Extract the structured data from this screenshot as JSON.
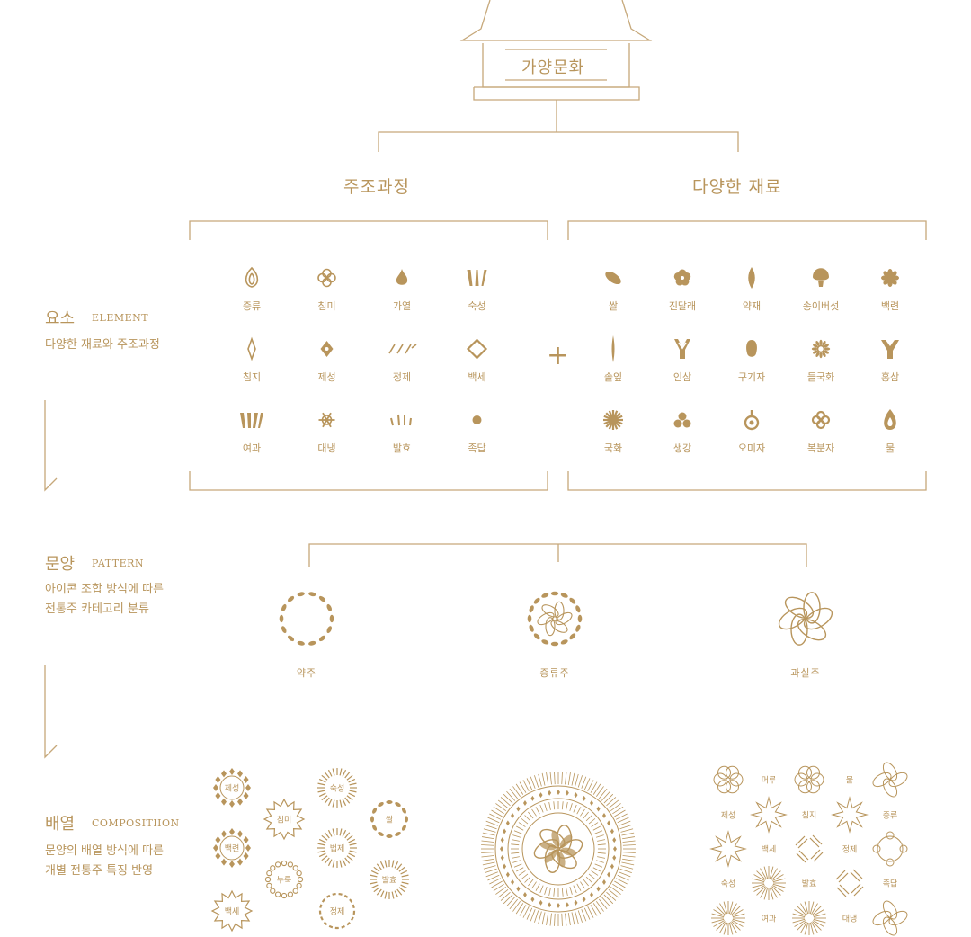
{
  "colors": {
    "gold": "#b8955c",
    "line": "#c6a87a"
  },
  "header": {
    "title": "가양문화"
  },
  "categories": {
    "left": "주조과정",
    "right": "다양한 재료",
    "plus": "+"
  },
  "sections": {
    "element": {
      "ko": "요소",
      "en": "ELEMENT",
      "desc": [
        "다양한 재료와 주조과정"
      ]
    },
    "pattern": {
      "ko": "문양",
      "en": "PATTERN",
      "desc": [
        "아이콘 조합 방식에 따른",
        "전통주 카테고리 분류"
      ]
    },
    "composition": {
      "ko": "배열",
      "en": "COMPOSITIION",
      "desc": [
        "문양의 배열 방식에 따른",
        "개별 전통주 특징 반영"
      ]
    }
  },
  "process_icons": [
    {
      "label": "증류",
      "icon": "drop-outline-icon"
    },
    {
      "label": "침미",
      "icon": "quatrefoil-icon"
    },
    {
      "label": "가열",
      "icon": "flame-icon"
    },
    {
      "label": "숙성",
      "icon": "triple-blades-icon"
    },
    {
      "label": "침지",
      "icon": "thin-diamond-icon"
    },
    {
      "label": "제성",
      "icon": "diamond-dot-icon"
    },
    {
      "label": "정제",
      "icon": "slashes-icon"
    },
    {
      "label": "백세",
      "icon": "diamond-outline-icon"
    },
    {
      "label": "여과",
      "icon": "stripes-icon"
    },
    {
      "label": "대냉",
      "icon": "snowflake-icon"
    },
    {
      "label": "발효",
      "icon": "rays-icon"
    },
    {
      "label": "족답",
      "icon": "dot-icon"
    }
  ],
  "material_icons": [
    {
      "label": "쌀",
      "icon": "rice-grain-icon"
    },
    {
      "label": "진달래",
      "icon": "azalea-icon"
    },
    {
      "label": "약재",
      "icon": "leaf-icon"
    },
    {
      "label": "송이버섯",
      "icon": "mushroom-icon"
    },
    {
      "label": "백련",
      "icon": "lotus-icon"
    },
    {
      "label": "솔잎",
      "icon": "pine-needle-icon"
    },
    {
      "label": "인삼",
      "icon": "ginseng-icon"
    },
    {
      "label": "구기자",
      "icon": "berry-icon"
    },
    {
      "label": "들국화",
      "icon": "wild-chrysanthemum-icon"
    },
    {
      "label": "홍삼",
      "icon": "red-ginseng-icon"
    },
    {
      "label": "국화",
      "icon": "chrysanthemum-icon"
    },
    {
      "label": "생강",
      "icon": "ginger-icon"
    },
    {
      "label": "오미자",
      "icon": "schisandra-icon"
    },
    {
      "label": "복분자",
      "icon": "raspberry-icon"
    },
    {
      "label": "물",
      "icon": "water-drop-icon"
    }
  ],
  "patterns": [
    {
      "label": "약주",
      "icon": "grain-ring-icon"
    },
    {
      "label": "증류주",
      "icon": "swirl-ring-icon"
    },
    {
      "label": "과실주",
      "icon": "petal-knot-icon"
    }
  ],
  "composition_left": [
    {
      "label": "제성",
      "icon": "diamond-ring-icon"
    },
    {
      "label": "숙성",
      "icon": "sunburst-icon"
    },
    {
      "label": "침미",
      "icon": "flower-ring-icon"
    },
    {
      "label": "쌀",
      "icon": "grain-ring-icon"
    },
    {
      "label": "백련",
      "icon": "lotus-ring-icon"
    },
    {
      "label": "법제",
      "icon": "spike-ring-icon"
    },
    {
      "label": "누룩",
      "icon": "dot-ring-icon"
    },
    {
      "label": "발효",
      "icon": "ray-ring-icon"
    },
    {
      "label": "백세",
      "icon": "star-badge-icon"
    },
    {
      "label": "정제",
      "icon": "dash-ring-icon"
    }
  ],
  "composition_right": [
    {
      "label": "머루",
      "icon": ""
    },
    {
      "label": "물",
      "icon": ""
    },
    {
      "label": "제성",
      "icon": ""
    },
    {
      "label": "침지",
      "icon": ""
    },
    {
      "label": "증류",
      "icon": ""
    },
    {
      "label": "백세",
      "icon": ""
    },
    {
      "label": "정제",
      "icon": ""
    },
    {
      "label": "숙성",
      "icon": ""
    },
    {
      "label": "발효",
      "icon": ""
    },
    {
      "label": "족답",
      "icon": ""
    },
    {
      "label": "여과",
      "icon": ""
    },
    {
      "label": "대냉",
      "icon": ""
    }
  ],
  "composition_center": {
    "icon": "mandala-icon"
  }
}
